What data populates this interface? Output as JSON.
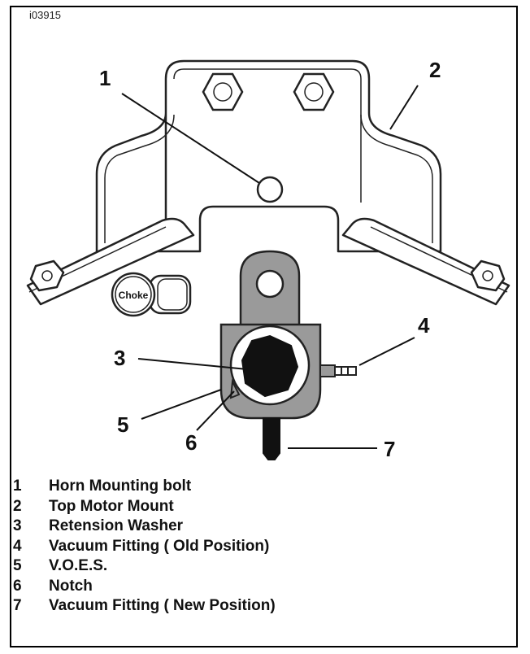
{
  "figure_id": "i03915",
  "callouts": [
    "1",
    "2",
    "3",
    "4",
    "5",
    "6",
    "7"
  ],
  "choke_label": "Choke",
  "legend": [
    {
      "num": "1",
      "text": "Horn Mounting bolt"
    },
    {
      "num": "2",
      "text": "Top Motor Mount"
    },
    {
      "num": "3",
      "text": "Retension Washer"
    },
    {
      "num": "4",
      "text": "Vacuum Fitting ( Old Position)"
    },
    {
      "num": "5",
      "text": "V.O.E.S."
    },
    {
      "num": "6",
      "text": "Notch"
    },
    {
      "num": "7",
      "text": "Vacuum Fitting ( New Position)"
    }
  ]
}
